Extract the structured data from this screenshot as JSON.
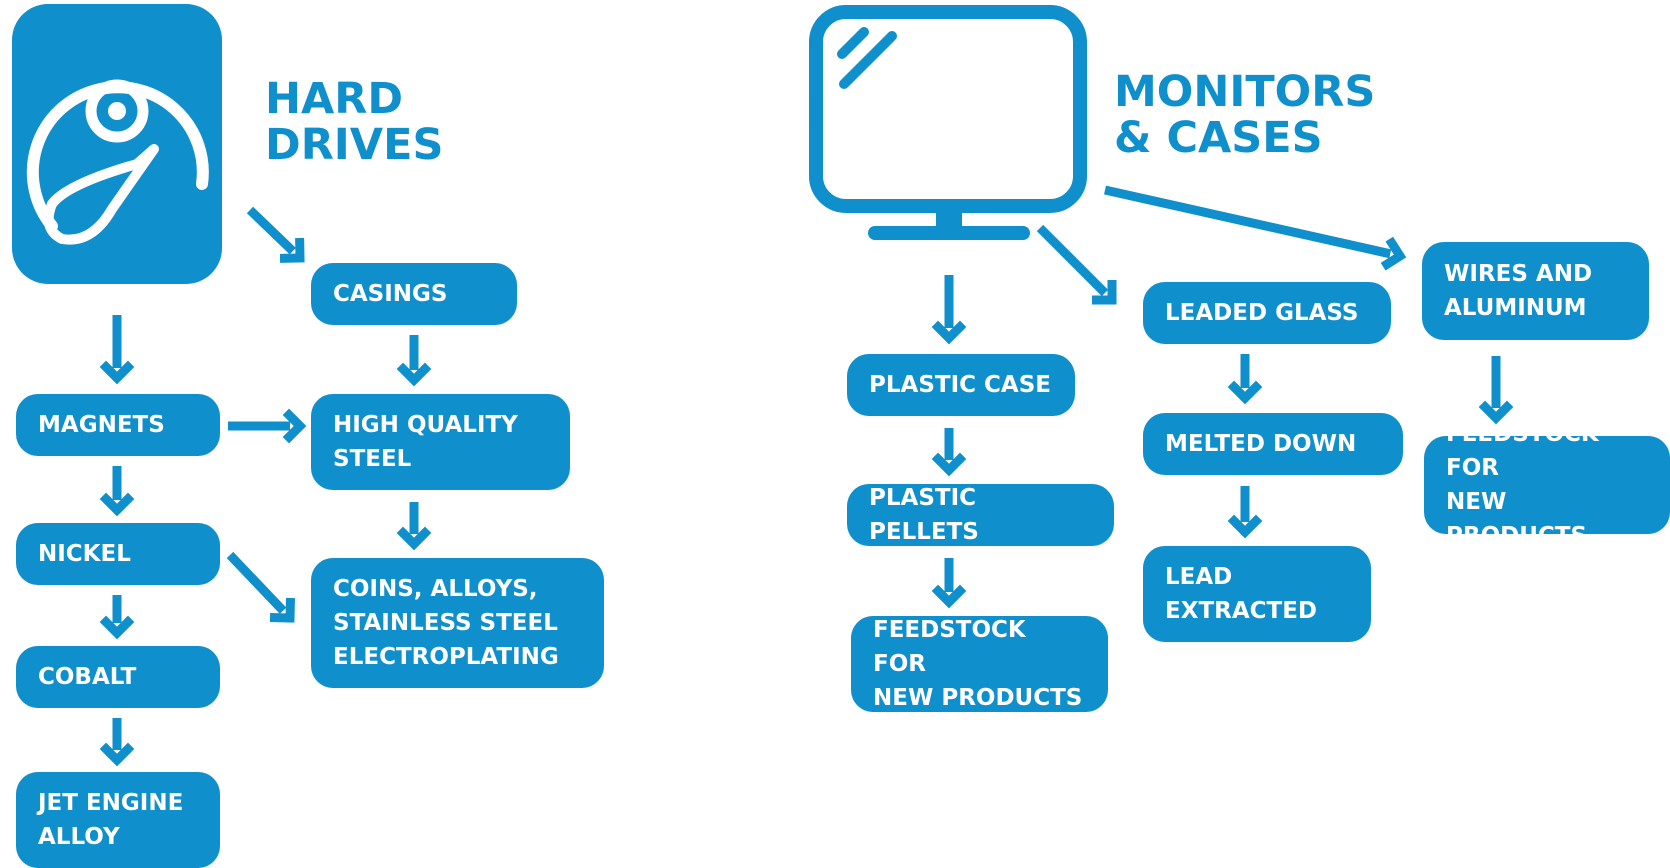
{
  "colors": {
    "primary": "#0f8fcb",
    "text_on_primary": "#ffffff"
  },
  "hard_drives": {
    "icon": "hard-drive-icon",
    "title": "HARD\nDRIVES",
    "boxes": {
      "casings": "CASINGS",
      "magnets": "MAGNETS",
      "high_quality_steel": "HIGH QUALITY\nSTEEL",
      "nickel": "NICKEL",
      "coins": "COINS, ALLOYS,\nSTAINLESS STEEL\nELECTROPLATING",
      "cobalt": "COBALT",
      "jet_engine": "JET ENGINE\nALLOY"
    }
  },
  "monitors": {
    "icon": "monitor-icon",
    "title": "MONITORS\n& CASES",
    "boxes": {
      "plastic_case": "PLASTIC CASE",
      "plastic_pellets": "PLASTIC PELLETS",
      "feedstock_left": "FEEDSTOCK FOR\nNEW PRODUCTS",
      "leaded_glass": "LEADED GLASS",
      "melted_down": "MELTED DOWN",
      "lead_extracted": "LEAD\nEXTRACTED",
      "wires_aluminum": "WIRES AND\nALUMINUM",
      "feedstock_right": "FEEDSTOCK FOR\nNEW PRODUCTS"
    }
  }
}
